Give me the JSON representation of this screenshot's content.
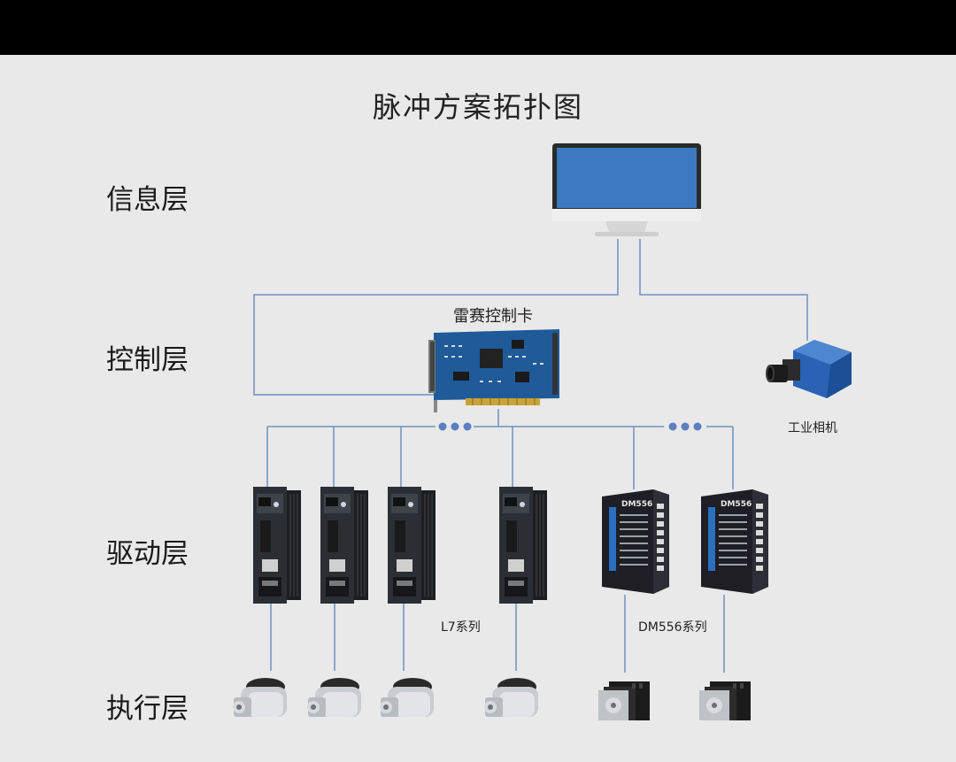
{
  "title": "脉冲方案拓扑图",
  "layers": {
    "info": "信息层",
    "control": "控制层",
    "drive": "驱动层",
    "exec": "执行层"
  },
  "devices": {
    "control_card": "雷赛控制卡",
    "camera": "工业相机",
    "servo_series": "L7系列",
    "stepper_series": "DM556系列",
    "stepper_model": "DM556"
  },
  "colors": {
    "line": "#6f8fbf",
    "screen": "#3d79c1",
    "card": "#1f5a99",
    "drive_body": "#2b2f33",
    "stepper_body": "#1e1e24"
  }
}
